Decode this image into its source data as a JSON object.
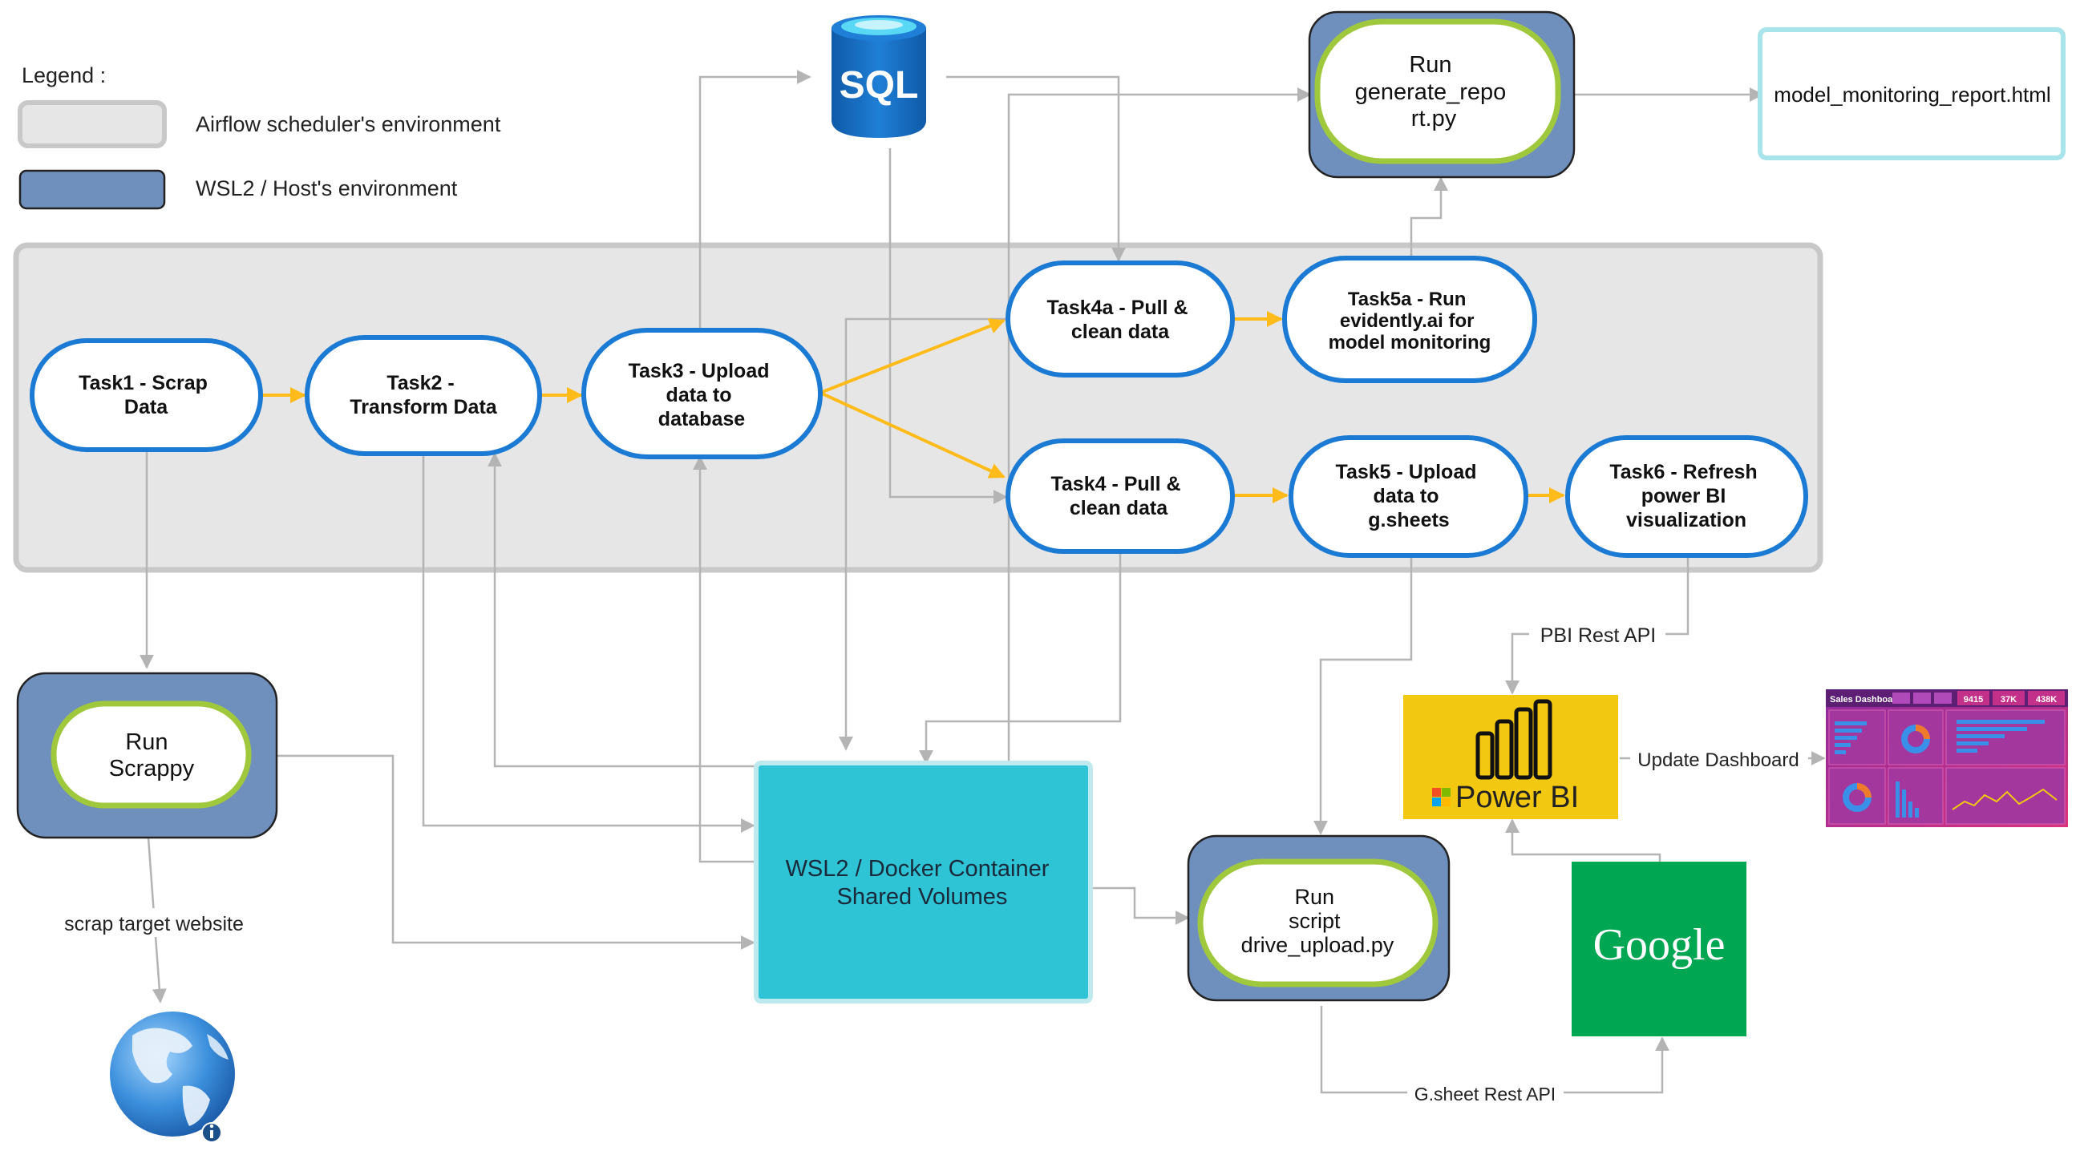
{
  "legend": {
    "title": "Legend :",
    "items": [
      {
        "label": "Airflow scheduler's environment",
        "color": "#e6e6e6",
        "border": "#c8c8c8"
      },
      {
        "label": "WSL2 / Host's environment",
        "color": "#6f8fbd",
        "border": "#222222"
      }
    ]
  },
  "colors": {
    "task_stroke": "#1b7ad3",
    "flow_arrow": "#ffbb1a",
    "connector": "#b4b4b4",
    "run_inner_stroke": "#a0c83c",
    "host_fill": "#6f8fbd",
    "airflow_fill": "#e6e6e6",
    "shared_volume_fill": "#2ec4d6",
    "report_border": "#a8e4ea",
    "powerbi_yellow": "#f2c811",
    "google_green": "#00a651",
    "sql_blue": "#1a6fc4"
  },
  "tasks": [
    {
      "id": "task1",
      "lines": [
        "Task1 - Scrap",
        "Data"
      ]
    },
    {
      "id": "task2",
      "lines": [
        "Task2 -",
        "Transform Data"
      ]
    },
    {
      "id": "task3",
      "lines": [
        "Task3 - Upload",
        "data to",
        "database"
      ]
    },
    {
      "id": "task4a",
      "lines": [
        "Task4a - Pull &",
        "clean data"
      ]
    },
    {
      "id": "task5a",
      "lines": [
        "Task5a - Run",
        "evidently.ai for",
        "model monitoring"
      ]
    },
    {
      "id": "task4",
      "lines": [
        "Task4 - Pull &",
        "clean data"
      ]
    },
    {
      "id": "task5",
      "lines": [
        "Task5 - Upload",
        "data to",
        "g.sheets"
      ]
    },
    {
      "id": "task6",
      "lines": [
        "Task6 - Refresh",
        "power BI",
        "visualization"
      ]
    }
  ],
  "host_nodes": [
    {
      "id": "run-scrappy",
      "lines": [
        "Run",
        "Scrappy"
      ]
    },
    {
      "id": "run-generate-report",
      "lines": [
        "Run",
        "generate_repo",
        "rt.py"
      ]
    },
    {
      "id": "run-drive-upload",
      "lines": [
        "Run",
        "script",
        "drive_upload.py"
      ]
    }
  ],
  "shared_volume": {
    "lines": [
      "WSL2 / Docker Container",
      "Shared Volumes"
    ]
  },
  "report_output": {
    "label": "model_monitoring_report.html"
  },
  "sql": {
    "label": "SQL"
  },
  "powerbi": {
    "label": "Power BI"
  },
  "google": {
    "label": "Google"
  },
  "edge_labels": {
    "pbi_rest_api": "PBI Rest API",
    "update_dashboard": "Update Dashboard",
    "scrap_target": "scrap target website",
    "gsheet_rest_api": "G.sheet Rest API"
  },
  "dashboard": {
    "title": "Sales Dashboard",
    "kpis": [
      "9415",
      "37K",
      "438K"
    ]
  }
}
